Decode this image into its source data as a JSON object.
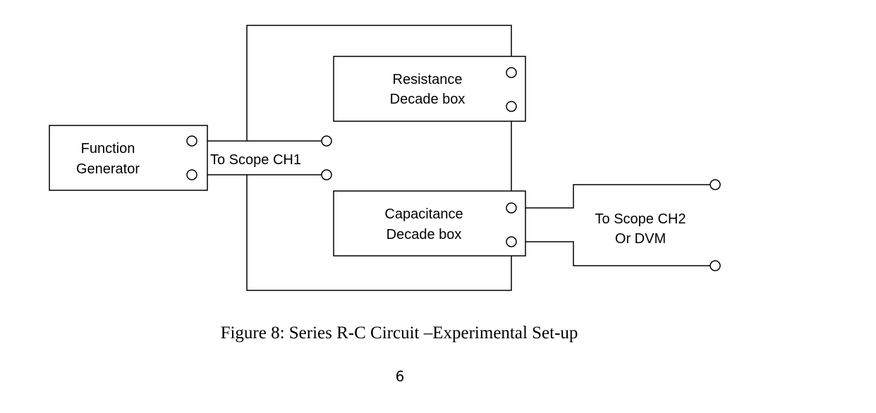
{
  "diagram": {
    "function_generator": {
      "line1": "Function",
      "line2": "Generator"
    },
    "resistance_box": {
      "line1": "Resistance",
      "line2": "Decade box"
    },
    "capacitance_box": {
      "line1": "Capacitance",
      "line2": "Decade box"
    },
    "scope_ch1_label": "To Scope CH1",
    "scope_ch2_label": {
      "line1": "To Scope CH2",
      "line2": "Or DVM"
    }
  },
  "caption": "Figure 8: Series R-C Circuit –Experimental Set-up",
  "page_number": "6"
}
